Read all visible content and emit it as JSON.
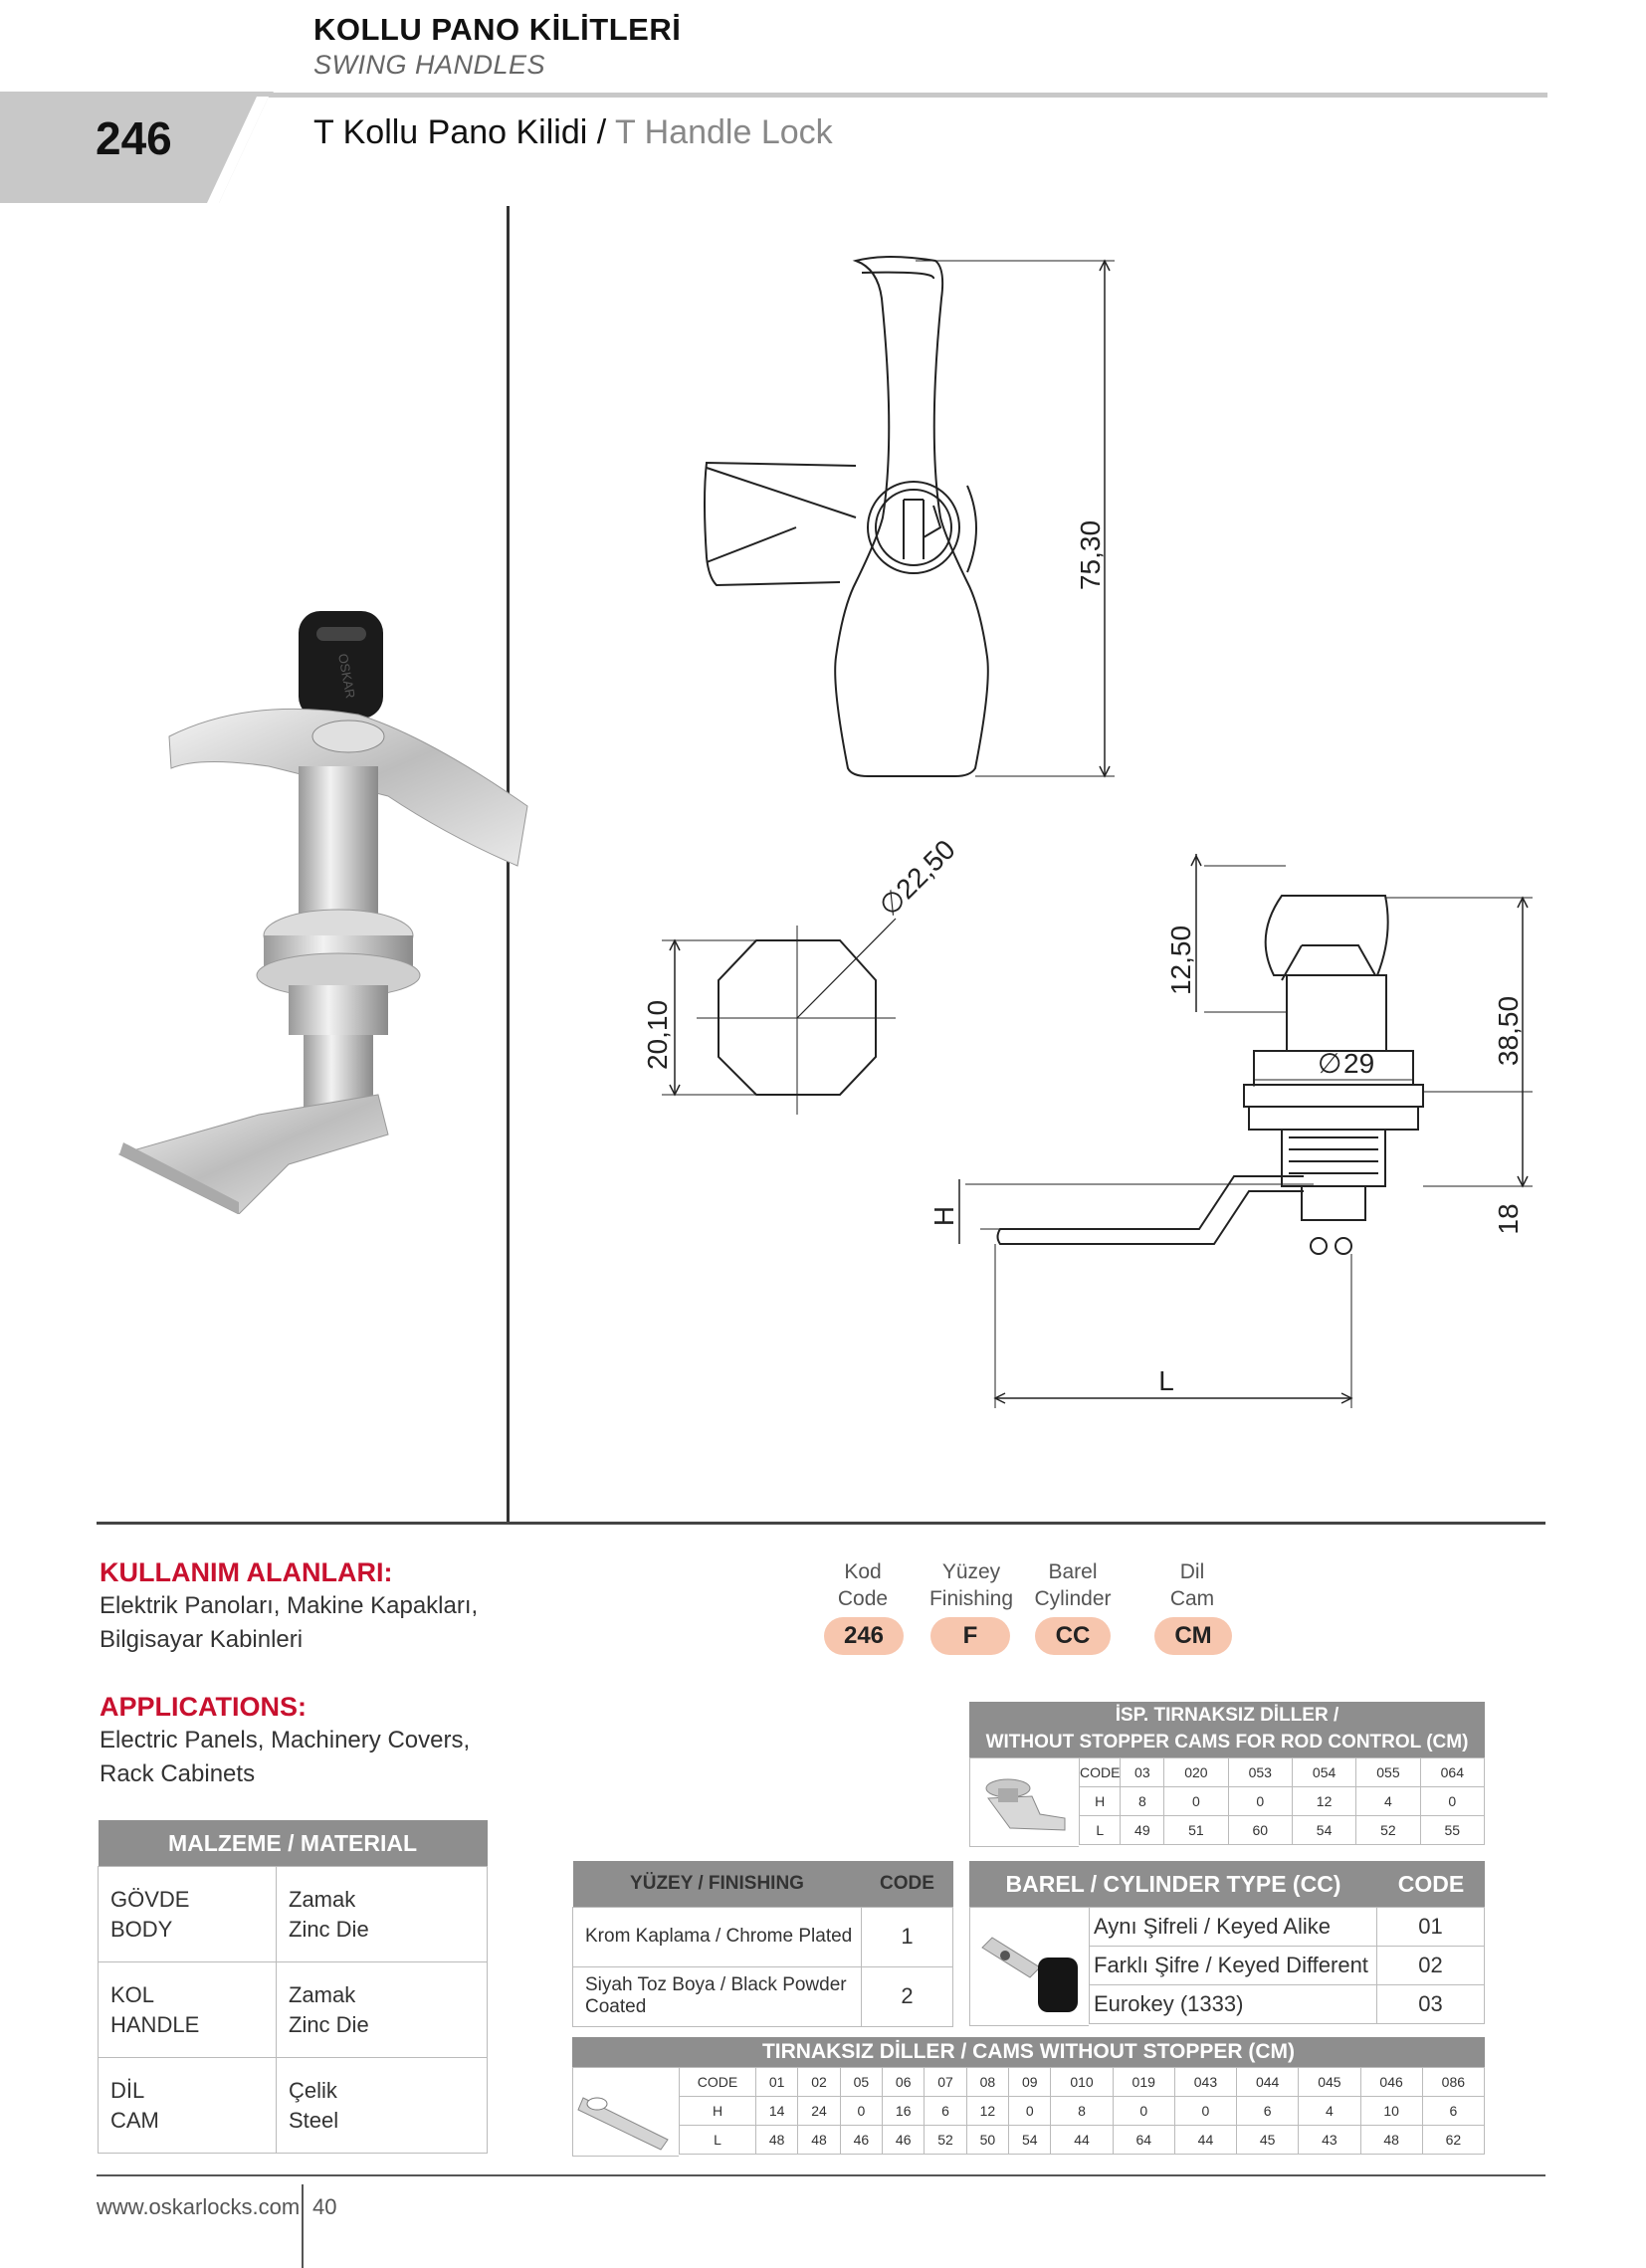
{
  "header": {
    "title": "KOLLU PANO KİLİTLERİ",
    "subtitle": "SWING HANDLES",
    "page_number": "246",
    "product_tr": "T Kollu Pano Kilidi",
    "separator": " / ",
    "product_en": "T Handle Lock"
  },
  "dimensions": {
    "height_total": "75,30",
    "diameter_cam": "22,50",
    "width_cam": "20,10",
    "handle_height": "12,50",
    "diameter_body": "29",
    "diameter_symbol": "∅",
    "height_body": "38,50",
    "thread": "18",
    "h_label": "H",
    "l_label": "L"
  },
  "usage": {
    "tr_title": "KULLANIM ALANLARI:",
    "tr_line1": "Elektrik Panoları, Makine Kapakları,",
    "tr_line2": "Bilgisayar Kabinleri",
    "en_title": "APPLICATIONS:",
    "en_line1": "Electric Panels, Machinery Covers,",
    "en_line2": "Rack Cabinets"
  },
  "code_legend": [
    {
      "l1": "Kod",
      "l2": "Code",
      "value": "246"
    },
    {
      "l1": "Yüzey",
      "l2": "Finishing",
      "value": "F"
    },
    {
      "l1": "Barel",
      "l2": "Cylinder",
      "value": "CC"
    },
    {
      "l1": "Dil",
      "l2": "Cam",
      "value": "CM"
    }
  ],
  "material": {
    "header": "MALZEME / MATERIAL",
    "rows": [
      {
        "part_tr": "GÖVDE",
        "part_en": "BODY",
        "mat_tr": "Zamak",
        "mat_en": "Zinc Die"
      },
      {
        "part_tr": "KOL",
        "part_en": "HANDLE",
        "mat_tr": "Zamak",
        "mat_en": "Zinc Die"
      },
      {
        "part_tr": "DİL",
        "part_en": "CAM",
        "mat_tr": "Çelik",
        "mat_en": "Steel"
      }
    ]
  },
  "rod_cams": {
    "header1": "İSP. TIRNAKSIZ DİLLER /",
    "header2": "WITHOUT STOPPER CAMS FOR ROD CONTROL (CM)",
    "row_labels": [
      "CODE",
      "H",
      "L"
    ],
    "codes": [
      "03",
      "020",
      "053",
      "054",
      "055",
      "064"
    ],
    "h": [
      "8",
      "0",
      "0",
      "12",
      "4",
      "0"
    ],
    "l": [
      "49",
      "51",
      "60",
      "54",
      "52",
      "55"
    ]
  },
  "finishing": {
    "header": "YÜZEY / FINISHING",
    "code_header": "CODE",
    "rows": [
      {
        "name": "Krom Kaplama / Chrome Plated",
        "code": "1"
      },
      {
        "name": "Siyah Toz Boya / Black Powder Coated",
        "code": "2"
      }
    ]
  },
  "cylinder": {
    "header": "BAREL / CYLINDER TYPE (CC)",
    "code_header": "CODE",
    "rows": [
      {
        "name": "Aynı Şifreli / Keyed Alike",
        "code": "01"
      },
      {
        "name": "Farklı Şifre / Keyed Different",
        "code": "02"
      },
      {
        "name": "Eurokey (1333)",
        "code": "03"
      }
    ]
  },
  "cams": {
    "header": "TIRNAKSIZ DİLLER / CAMS WITHOUT STOPPER (CM)",
    "row_labels": [
      "CODE",
      "H",
      "L"
    ],
    "codes": [
      "01",
      "02",
      "05",
      "06",
      "07",
      "08",
      "09",
      "010",
      "019",
      "043",
      "044",
      "045",
      "046",
      "086"
    ],
    "h": [
      "14",
      "24",
      "0",
      "16",
      "6",
      "12",
      "0",
      "8",
      "0",
      "0",
      "6",
      "4",
      "10",
      "6"
    ],
    "l": [
      "48",
      "48",
      "46",
      "46",
      "52",
      "50",
      "54",
      "44",
      "64",
      "44",
      "45",
      "43",
      "48",
      "62"
    ]
  },
  "footer": {
    "website": "www.oskarlocks.com",
    "page": "40"
  },
  "photo": {
    "key_brand": "OSKAR"
  },
  "colors": {
    "accent_red": "#c8102e",
    "pill": "#f7c6ae",
    "table_header": "#8e8e8e",
    "header_band": "#c8c8c8"
  }
}
